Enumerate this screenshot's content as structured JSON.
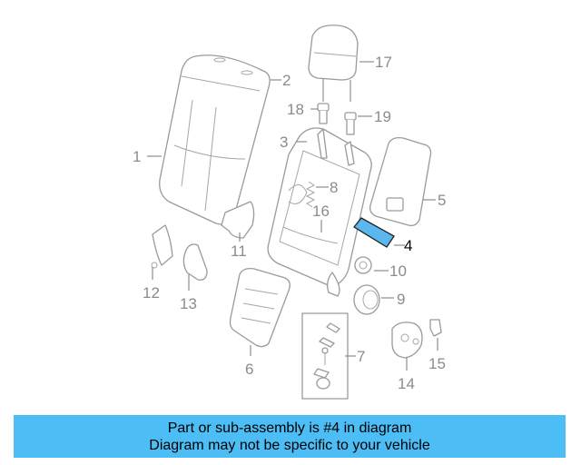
{
  "callouts": {
    "c1": "1",
    "c2": "2",
    "c3": "3",
    "c4": "4",
    "c5": "5",
    "c6": "6",
    "c7": "7",
    "c8": "8",
    "c9": "9",
    "c10": "10",
    "c11": "11",
    "c12": "12",
    "c13": "13",
    "c14": "14",
    "c15": "15",
    "c16": "16",
    "c17": "17",
    "c18": "18",
    "c19": "19"
  },
  "highlight": {
    "part_number": "4",
    "color": "#5bb8ee"
  },
  "banner": {
    "line1": "Part or sub-assembly is #4 in diagram",
    "line2": "Diagram may not be specific to your vehicle",
    "color": "#4dbdf5"
  }
}
